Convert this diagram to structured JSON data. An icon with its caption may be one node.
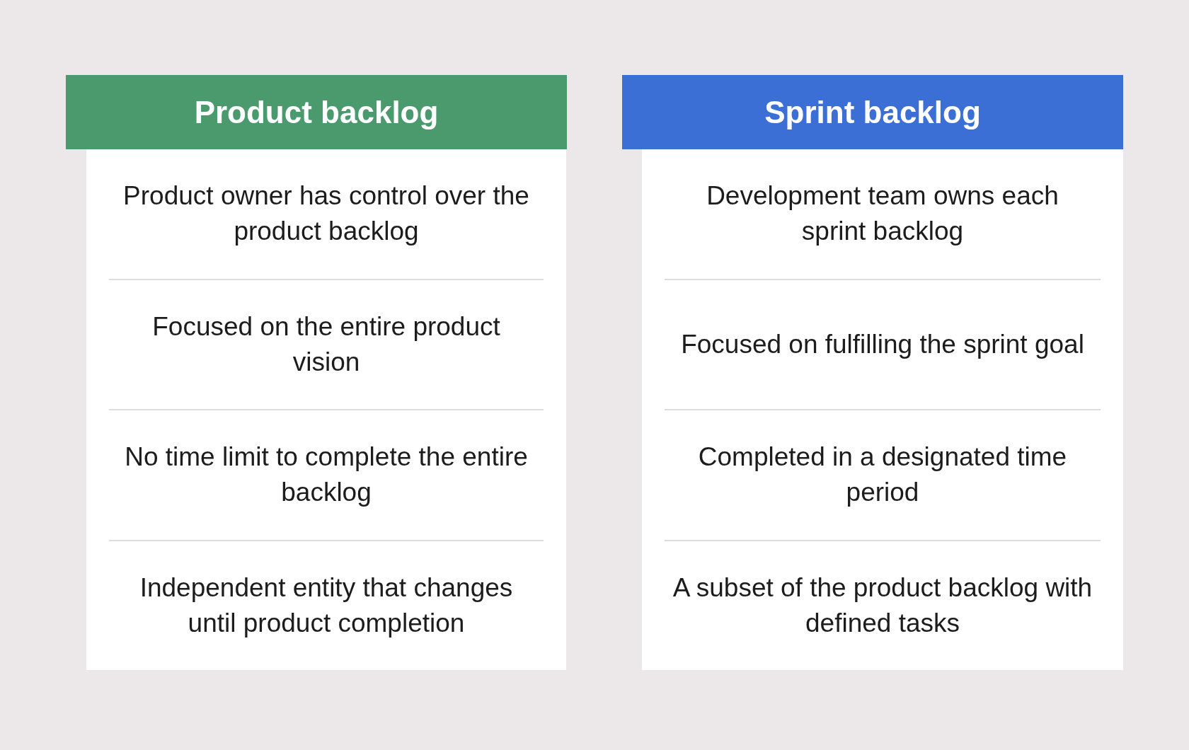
{
  "diagram": {
    "nodes": [
      {
        "text": [
          "Product backlog"
        ]
      },
      {
        "text": [
          "Product owner has control over the product backlog",
          "Focused on the entire product vision",
          "No time limit to complete the entire backlog",
          "Independent entity that changes until product completion"
        ]
      },
      {
        "text": [
          "Sprint backlog"
        ]
      },
      {
        "text": [
          "Development team owns each sprint backlog",
          "Focused on fulfilling the sprint goal",
          "Completed in a designated time period",
          "A subset of the product backlog with defined tasks"
        ]
      }
    ]
  }
}
